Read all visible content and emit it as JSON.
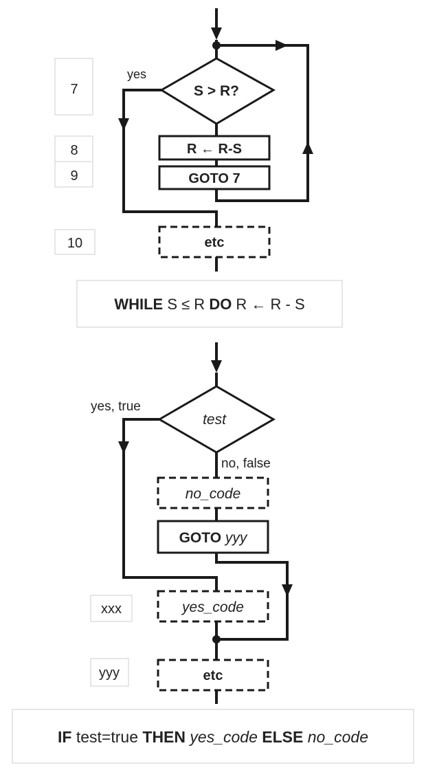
{
  "loop_diagram": {
    "step_numbers": [
      "7",
      "8",
      "9",
      "10"
    ],
    "yes_label": "yes",
    "decision": "S > R?",
    "assign_box": "R ← R-S",
    "goto_box": "GOTO 7",
    "end_box": "etc",
    "caption": {
      "kw_while": "WHILE",
      "condition": " S ≤ R ",
      "kw_do": "DO",
      "action": " R ← R - S"
    }
  },
  "if_diagram": {
    "yes_label": "yes, true",
    "no_label": "no, false",
    "decision": "test",
    "no_code_box": "no_code",
    "goto_kw": "GOTO ",
    "goto_target": "yyy",
    "yes_code_box": "yes_code",
    "end_box": "etc",
    "labels": [
      "xxx",
      "yyy"
    ],
    "caption": {
      "kw_if": "IF",
      "condition": " test=true ",
      "kw_then": "THEN",
      "yes_part": " yes_code ",
      "kw_else": "ELSE",
      "no_part": " no_code"
    }
  }
}
